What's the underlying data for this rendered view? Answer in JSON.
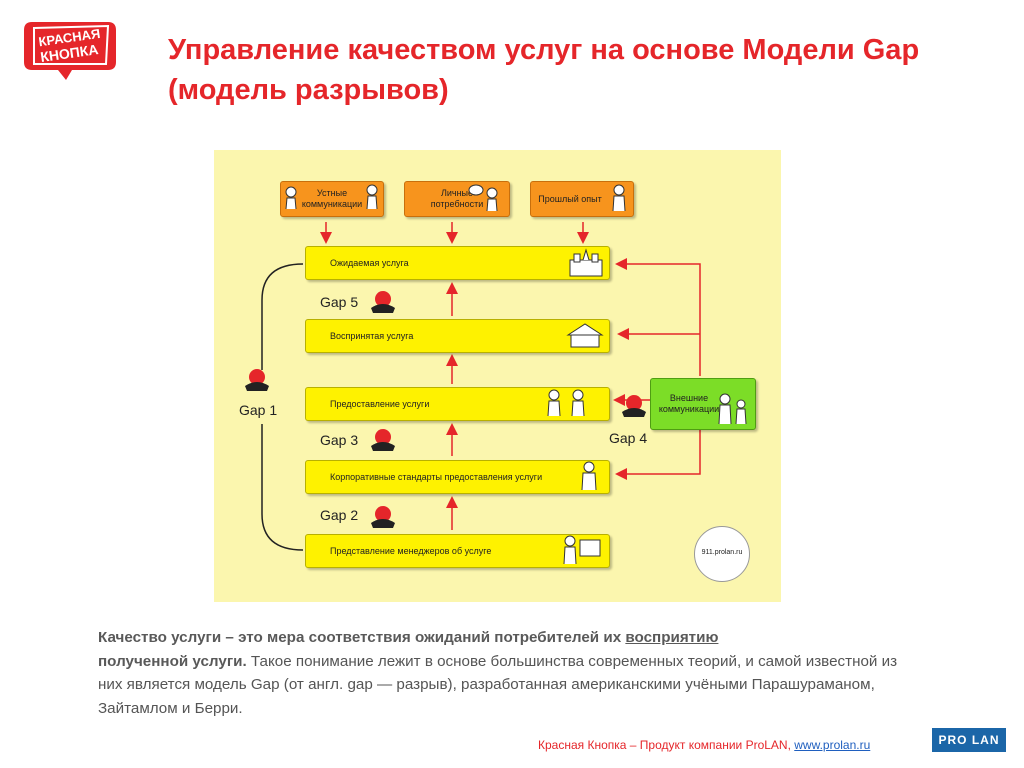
{
  "logo": {
    "line1": "КРАСНАЯ",
    "line2": "КНОПКА",
    "color": "#e5262a"
  },
  "title": {
    "line1": "Управление качеством услуг на основе Модели Gap",
    "line2": "(модель разрывов)"
  },
  "diagram": {
    "sources": [
      {
        "line1": "Устные",
        "line2": "коммуникации"
      },
      {
        "line1": "Личные",
        "line2": "потребности"
      },
      {
        "line1": "Прошлый опыт",
        "line2": ""
      }
    ],
    "levels": [
      "Ожидаемая услуга",
      "Воспринятая услуга",
      "Предоставление услуги",
      "Корпоративные стандарты предоставления услуги",
      "Представление менеджеров об услуге"
    ],
    "external": {
      "line1": "Внешние",
      "line2": "коммуникации"
    },
    "gaps": {
      "gap1": "Gap 1",
      "gap2": "Gap 2",
      "gap3": "Gap 3",
      "gap4": "Gap 4",
      "gap5": "Gap 5"
    },
    "stamp": "911.prolan.ru"
  },
  "text": {
    "bold1": "Качество услуги",
    "bold2": " – это мера соответствия ожиданий потребителей их ",
    "bold_underlined": "восприятию",
    "bold3": "полученной услуги.",
    "rest": " Такое понимание лежит в основе большинства современных теорий, и самой известной из них является модель Gap (от англ. gap — разрыв), разработанная американскими учёными Парашураманом, Зайтамлом и Берри."
  },
  "footer": {
    "text": "Красная Кнопка – Продукт компании ProLAN, ",
    "link": "www.prolan.ru",
    "badge": "PRO LAN"
  },
  "colors": {
    "accent": "#e5262a",
    "orange": "#f7941d",
    "yellow": "#fef200",
    "green": "#7cdd27",
    "background": "#fbf6ae",
    "badge": "#1b66a8"
  }
}
